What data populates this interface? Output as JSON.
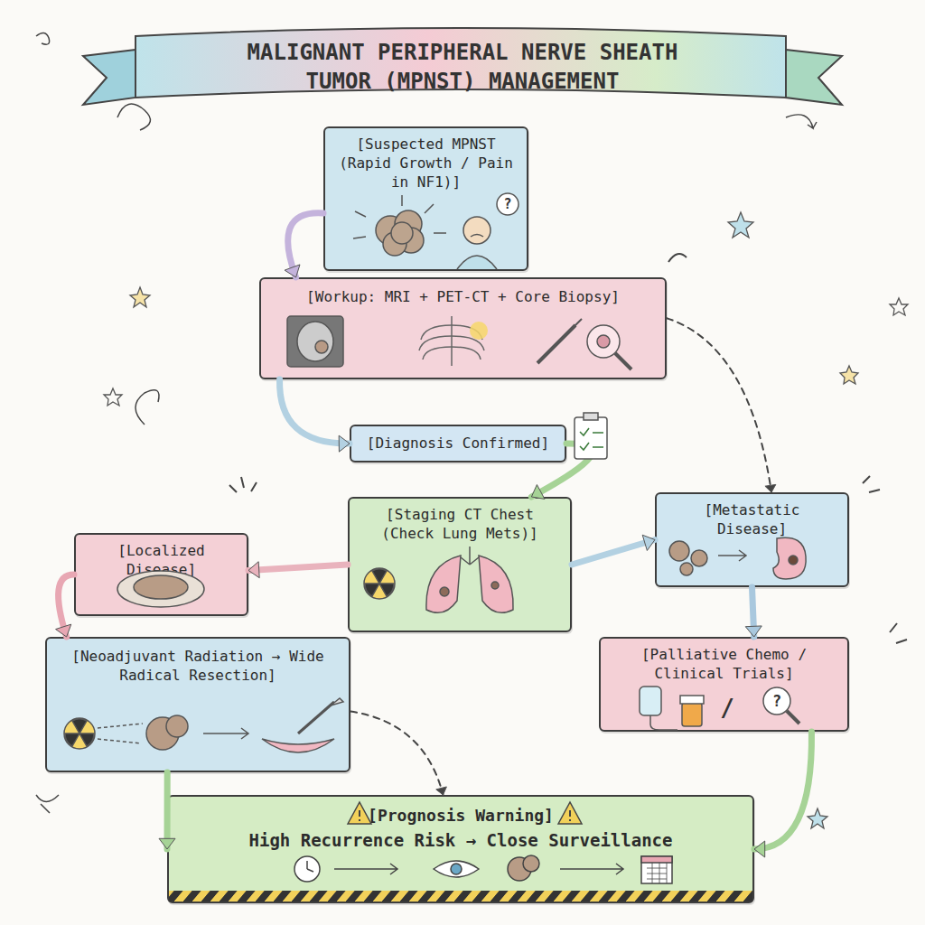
{
  "diagram": {
    "title": "MALIGNANT PERIPHERAL NERVE SHEATH TUMOR (MPNST) MANAGEMENT",
    "nodes": [
      {
        "text": [
          "[Suspected MPNST (Rapid Growth / Pain in NF1)]"
        ]
      },
      {
        "text": [
          "[Workup: MRI + PET-CT + Core Biopsy]"
        ]
      },
      {
        "text": [
          "[Diagnosis Confirmed]"
        ]
      },
      {
        "text": [
          "[Localized Disease]"
        ]
      },
      {
        "text": [
          "[Staging CT Chest (Check Lung Mets)]"
        ]
      },
      {
        "text": [
          "[Metastatic Disease]"
        ]
      },
      {
        "text": [
          "[Neoadjuvant Radiation → Wide Radical Resection]"
        ]
      },
      {
        "text": [
          "[Palliative Chemo / Clinical Trials]"
        ]
      },
      {
        "text": [
          "[Prognosis Warning]",
          "High Recurrence Risk → Close Surveillance"
        ]
      }
    ],
    "edges": [
      {
        "from": 0,
        "to": 1,
        "arrow": "to"
      },
      {
        "from": 1,
        "to": 2,
        "arrow": "to"
      },
      {
        "from": 1,
        "to": 5,
        "arrow": "to"
      },
      {
        "from": 2,
        "to": 4,
        "arrow": "to"
      },
      {
        "from": 4,
        "to": 3,
        "arrow": "to"
      },
      {
        "from": 4,
        "to": 5,
        "arrow": "to"
      },
      {
        "from": 3,
        "to": 6,
        "arrow": "to"
      },
      {
        "from": 5,
        "to": 7,
        "arrow": "to"
      },
      {
        "from": 6,
        "to": 8,
        "arrow": "to"
      },
      {
        "from": 6,
        "to": 8,
        "arrow": "to"
      },
      {
        "from": 7,
        "to": 8,
        "arrow": "to"
      }
    ],
    "labels": [
      "?",
      "/",
      "?"
    ]
  }
}
